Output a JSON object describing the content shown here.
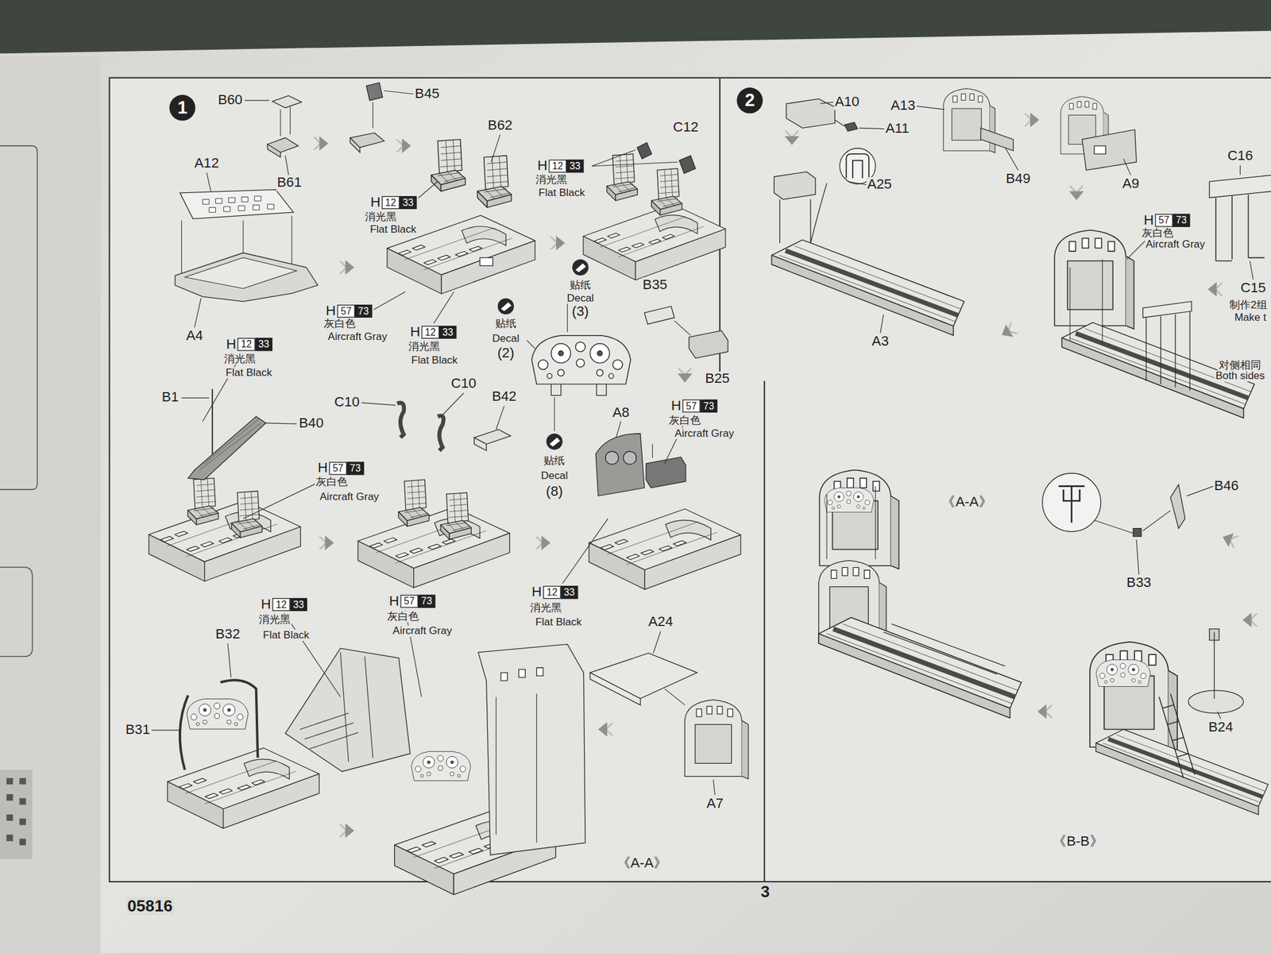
{
  "diagram": {
    "nodes": [
      {
        "text": [
          "1"
        ]
      },
      {
        "text": [
          "H",
          "12",
          "33"
        ]
      },
      {
        "text": [
          "H",
          "12",
          "33"
        ]
      },
      {
        "text": [
          "H",
          "57",
          "73"
        ]
      },
      {
        "text": [
          "H",
          "12",
          "33"
        ]
      },
      {
        "text": [
          "H",
          "12",
          "33"
        ]
      },
      {
        "text": [
          "H",
          "57",
          "73"
        ]
      },
      {
        "text": [
          "H",
          "57",
          "73"
        ]
      },
      {
        "text": [
          "H",
          "12",
          "33"
        ]
      },
      {
        "text": [
          "H",
          "57",
          "73"
        ]
      },
      {
        "text": [
          "H",
          "12",
          "33"
        ]
      },
      {
        "text": [
          "2"
        ]
      },
      {
        "text": [
          "H",
          "57",
          "73"
        ]
      }
    ],
    "labels": [
      "B60",
      "B45",
      "B62",
      "C12",
      "A12",
      "B61",
      "消光黑",
      "Flat Black",
      "消光黑",
      "Flat Black",
      "A4",
      "灰白色",
      "Aircraft Gray",
      "消光黑",
      "Flat Black",
      "消光黑",
      "Flat Black",
      "贴纸",
      "Decal",
      "(3)",
      "贴纸",
      "Decal",
      "(2)",
      "B35",
      "B25",
      "B1",
      "C10",
      "C10",
      "B42",
      "B40",
      "A8",
      "灰白色",
      "Aircraft Gray",
      "贴纸",
      "Decal",
      "(8)",
      "灰白色",
      "Aircraft Gray",
      "消光黑",
      "Flat Black",
      "灰白色",
      "Aircraft Gray",
      "消光黑",
      "Flat Black",
      "A24",
      "B32",
      "B31",
      "A7",
      "《A-A》",
      "A10",
      "A13",
      "A11",
      "B49",
      "A9",
      "C16",
      "A25",
      "灰白色",
      "Aircraft Gray",
      "C15",
      "制作2组",
      "Make t",
      "A3",
      "对侧相同",
      "Both sides",
      "《A-A》",
      "B46",
      "B33",
      "B24",
      "《B-B》",
      "3",
      "05816"
    ]
  }
}
